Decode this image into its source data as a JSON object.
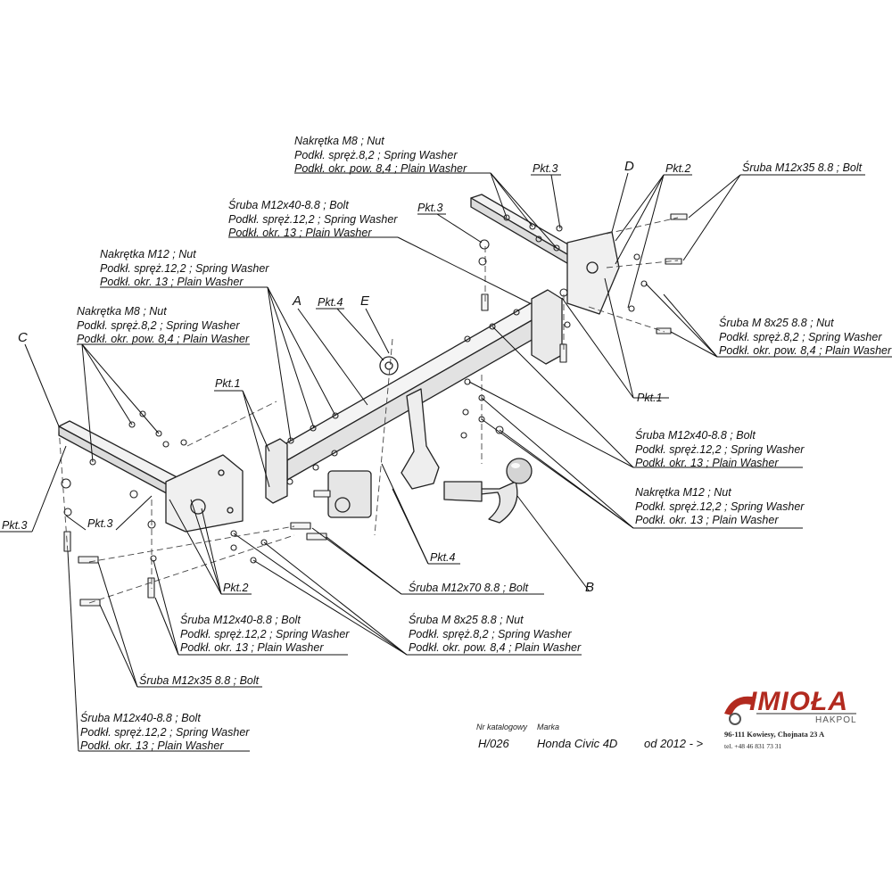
{
  "diagram": {
    "callouts": {
      "nut_m8_top": [
        "Nakrętka  M8 ; Nut",
        "Podkł. spręż.8,2 ; Spring Washer",
        "Podkł. okr. pow. 8,4 ; Plain Washer"
      ],
      "bolt_m12x40_top": [
        "Śruba M12x40-8.8 ;  Bolt",
        "Podkł. spręż.12,2 ; Spring Washer",
        "Podkł. okr. 13 ; Plain Washer"
      ],
      "nut_m12_top": [
        "Nakrętka  M12 ; Nut",
        "Podkł. spręż.12,2 ; Spring Washer",
        "Podkł. okr. 13 ; Plain Washer"
      ],
      "nut_m8_left": [
        "Nakrętka  M8 ; Nut",
        "Podkł. spręż.8,2 ; Spring Washer",
        "Podkł. okr. pow. 8,4 ; Plain Washer"
      ],
      "bolt_m12x35_right": [
        "Śruba M12x35 8.8 ;  Bolt"
      ],
      "bolt_m8x25_right": [
        "Śruba M 8x25 8.8 ; Nut",
        "Podkł. spręż.8,2 ; Spring Washer",
        "Podkł. okr. pow. 8,4 ; Plain Washer"
      ],
      "bolt_m12x40_right": [
        "Śruba M12x40-8.8 ;  Bolt",
        "Podkł. spręż.12,2 ; Spring Washer",
        "Podkł. okr. 13 ; Plain Washer"
      ],
      "nut_m12_right": [
        "Nakrętka  M12 ; Nut",
        "Podkł. spręż.12,2 ; Spring Washer",
        "Podkł. okr. 13 ; Plain Washer"
      ],
      "bolt_m12x70": [
        "Śruba M12x70 8.8 ;  Bolt"
      ],
      "bolt_m12x40_bottom": [
        "Śruba M12x40-8.8 ;  Bolt",
        "Podkł. spręż.12,2 ; Spring Washer",
        "Podkł. okr. 13 ; Plain Washer"
      ],
      "bolt_m8x25_bottom": [
        "Śruba M 8x25 8.8 ; Nut",
        "Podkł. spręż.8,2 ; Spring Washer",
        "Podkł. okr. pow. 8,4 ; Plain Washer"
      ],
      "bolt_m12x35_bottom": [
        "Śruba M12x35 8.8 ;  Bolt"
      ],
      "bolt_m12x40_lowest": [
        "Śruba M12x40-8.8 ;  Bolt",
        "Podkł. spręż.12,2 ; Spring Washer",
        "Podkł. okr. 13 ; Plain Washer"
      ]
    },
    "points": {
      "pkt3_top_right": "Pkt.3",
      "pkt2_top_right": "Pkt.2",
      "pkt3_mid": "Pkt.3",
      "pkt4_top": "Pkt.4",
      "pkt1_left": "Pkt.1",
      "pkt1_right": "Pkt.1",
      "pkt3_left": "Pkt.3",
      "pkt3_left_lower": "Pkt.3",
      "pkt2_bottom": "Pkt.2",
      "pkt4_bottom": "Pkt.4"
    },
    "parts": {
      "a": "A",
      "b": "B",
      "c": "C",
      "d": "D",
      "e": "E"
    }
  },
  "product": {
    "catalog_label": "Nr katalogowy",
    "brand_label": "Marka",
    "catalog_number": "H/026",
    "vehicle": "Honda Civic 4D",
    "production": "od  2012 - >"
  },
  "manufacturer": {
    "name": "IMIOŁA",
    "subname": "HAKPOL",
    "address": "96-111 Kowiesy, Chojnata 23 A",
    "phone": "tel. +48 46 831 73 31",
    "logo_color": "#b22a1f"
  }
}
